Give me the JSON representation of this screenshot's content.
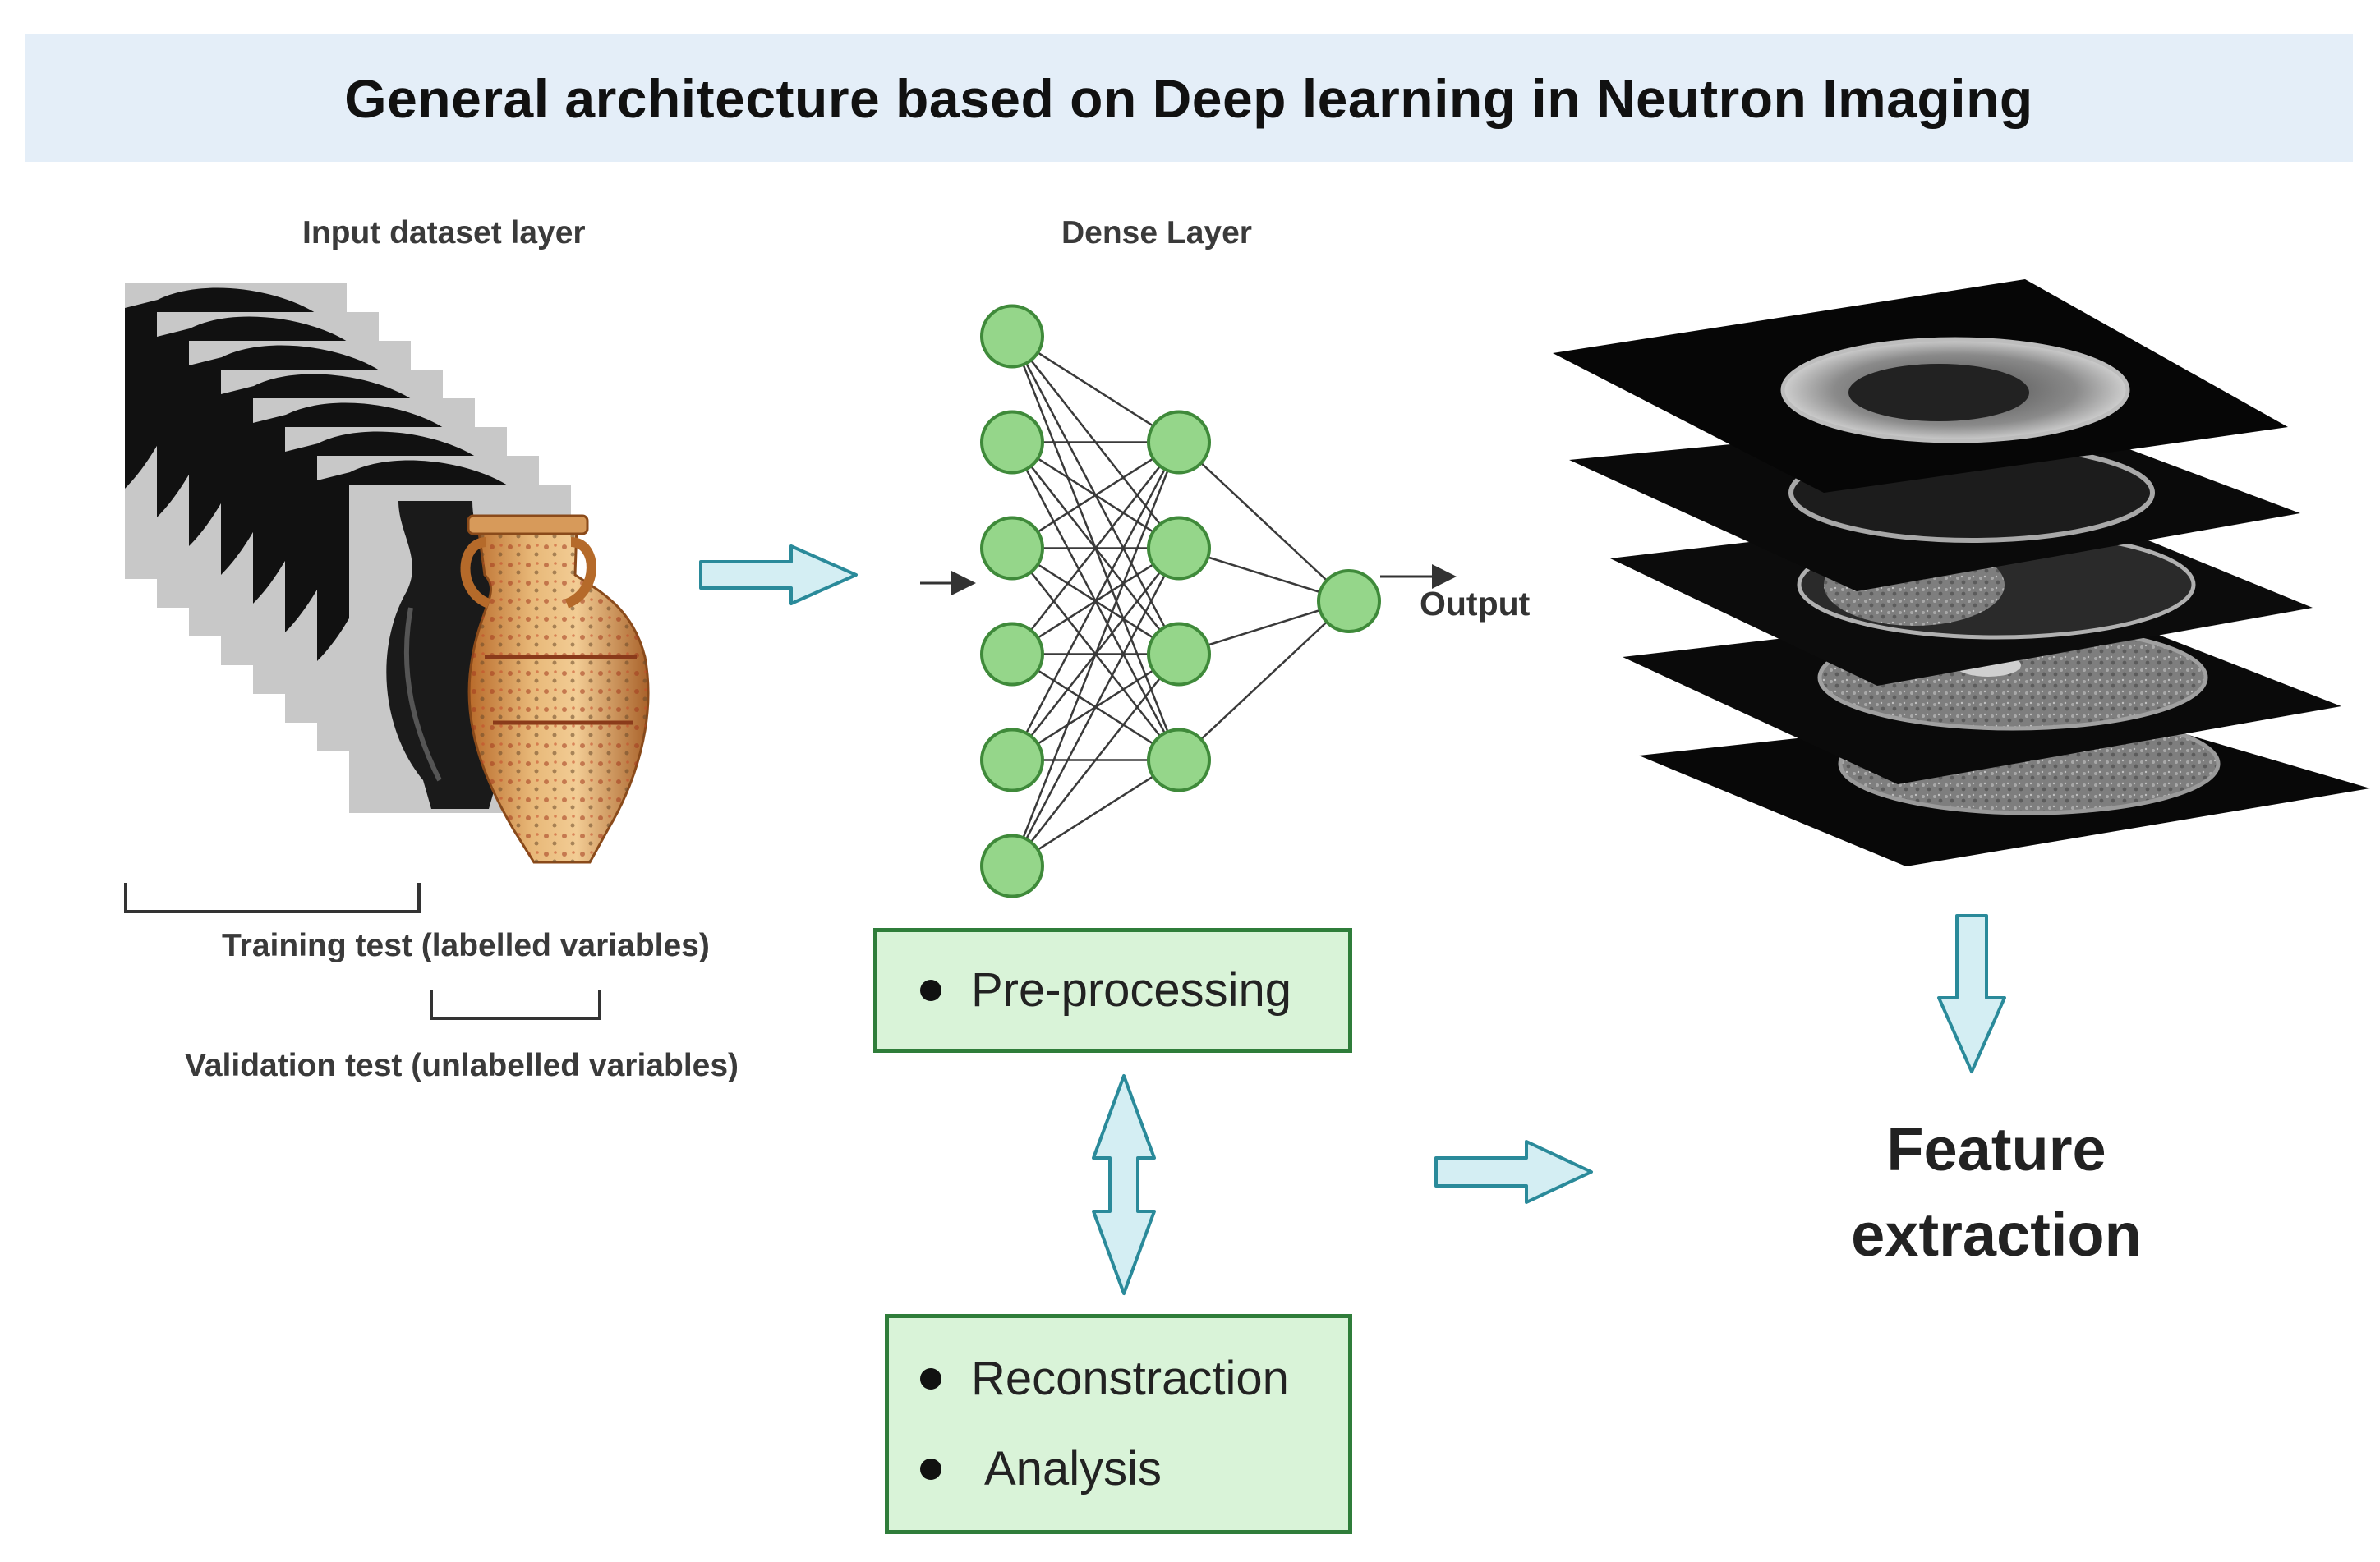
{
  "title": "General architecture based on Deep learning in Neutron Imaging",
  "input_section": {
    "label": "Input dataset layer",
    "training_label": "Training test (labelled variables)",
    "validation_label": "Validation test (unlabelled variables)"
  },
  "network": {
    "label": "Dense Layer",
    "layers": [
      6,
      4,
      1
    ],
    "output_label": "Output"
  },
  "process_boxes": {
    "preprocessing": [
      "Pre-processing"
    ],
    "analysis": [
      "Reconstraction",
      "Analysis"
    ]
  },
  "result": {
    "line1": "Feature",
    "line2": "extraction"
  },
  "colors": {
    "title_band": "#e4eef8",
    "node_fill": "#95d68a",
    "node_stroke": "#3f8a3a",
    "box_fill": "#d9f3d8",
    "box_stroke": "#2f7d3a",
    "arrow_fill": "#d4eef3",
    "arrow_stroke": "#2a8a9a"
  },
  "icons": [
    "vase-image",
    "xray-vase-stack-image",
    "ct-slice-stack-image",
    "block-arrow-right-icon",
    "block-arrow-down-icon",
    "double-arrow-vertical-icon"
  ]
}
